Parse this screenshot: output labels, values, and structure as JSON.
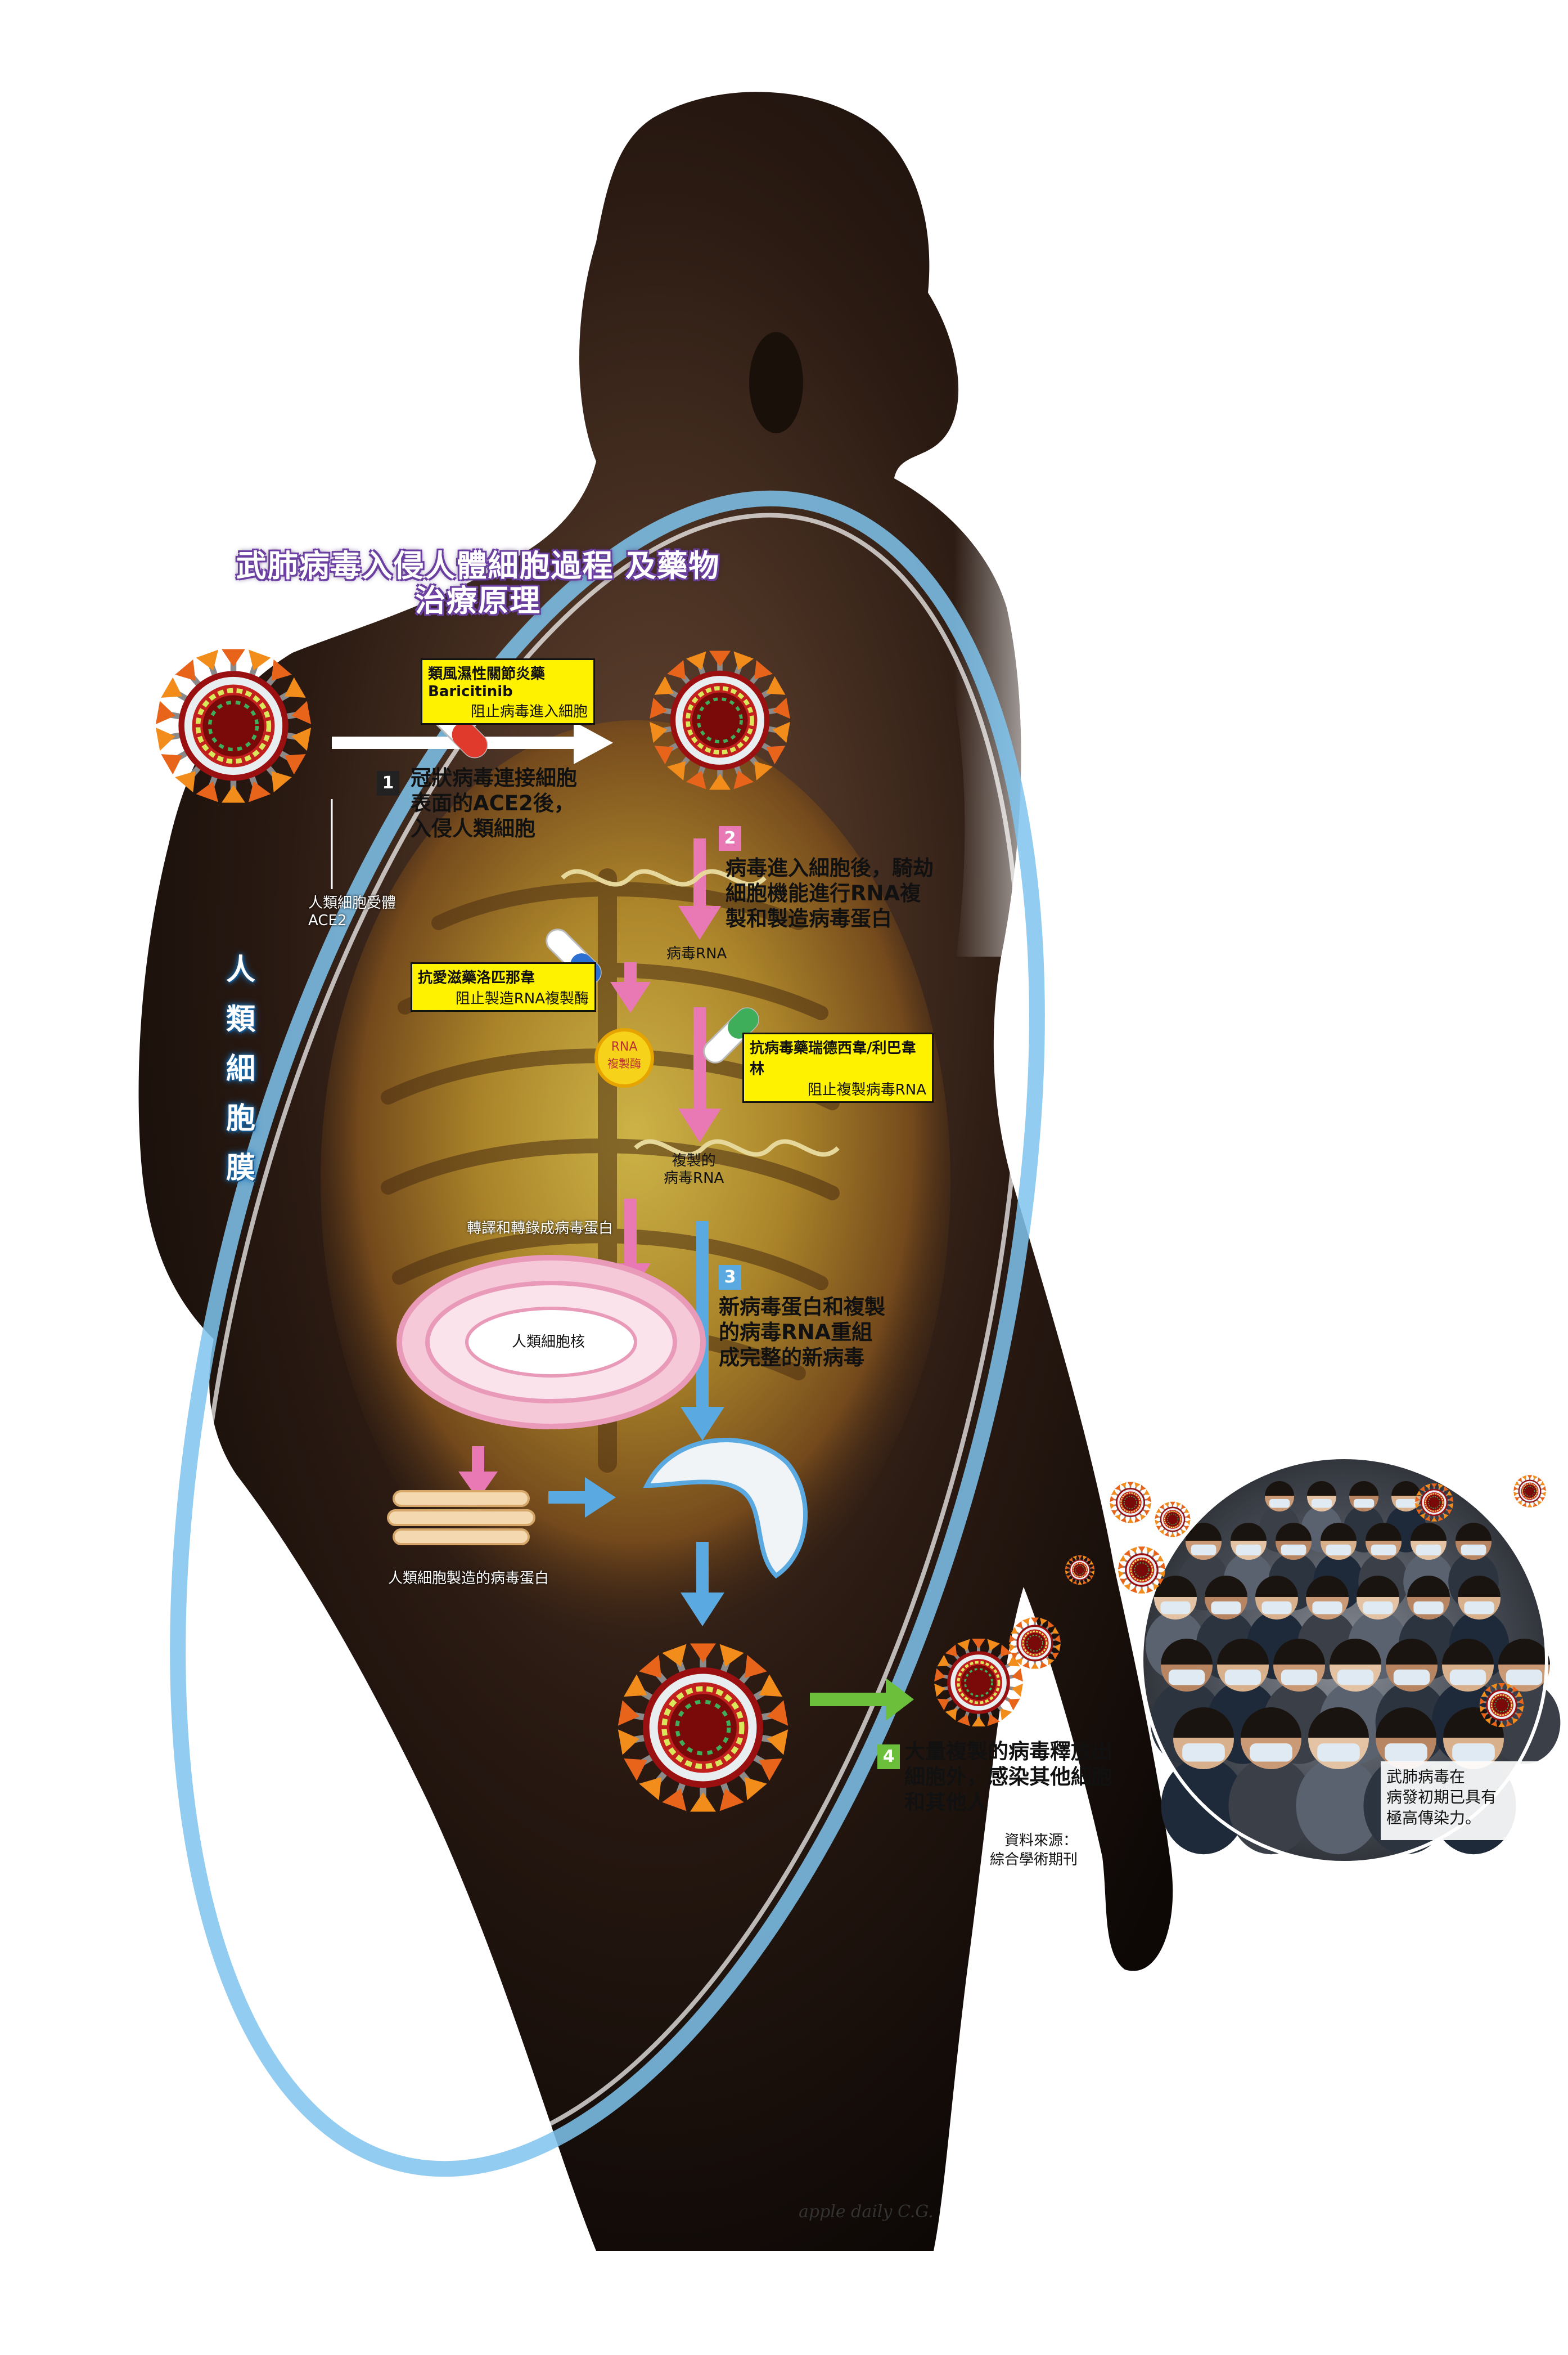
{
  "title": "武肺病毒入侵人體細胞過程\n及藥物治療原理",
  "membrane_label": "人\n類\n細\n胞\n膜",
  "receptor_label": "人類細胞受體\nACE2",
  "drugs": [
    {
      "name": "類風濕性關節炎藥Baricitinib",
      "effect": "阻止病毒進入細胞"
    },
    {
      "name": "抗愛滋藥洛匹那韋",
      "effect": "阻止製造RNA複製酶"
    },
    {
      "name": "抗病毒藥瑞德西韋/利巴韋林",
      "effect": "阻止複製病毒RNA"
    }
  ],
  "steps": [
    {
      "num": "1",
      "text": "冠狀病毒連接細胞\n表面的ACE2後，\n入侵人類細胞"
    },
    {
      "num": "2",
      "text": "病毒進入細胞後，騎劫\n細胞機能進行RNA複\n製和製造病毒蛋白"
    },
    {
      "num": "3",
      "text": "新病毒蛋白和複製\n的病毒RNA重組\n成完整的新病毒"
    },
    {
      "num": "4",
      "text": "大量複製的病毒釋放出\n細胞外，感染其他細胞\n和其他人"
    }
  ],
  "labels": {
    "viral_rna": "病毒RNA",
    "rna_enzyme_top": "RNA",
    "rna_enzyme_bottom": "複製酶",
    "replicated_rna": "複製的\n病毒RNA",
    "translate": "轉譯和轉錄成病毒蛋白",
    "nucleus": "人類細胞核",
    "cell_proteins": "人類細胞製造的病毒蛋白"
  },
  "source": "資料來源：\n綜合學術期刊",
  "photo_caption": "武肺病毒在\n病發初期已具有\n極高傳染力。",
  "signature": "apple daily C.G.",
  "colors": {
    "title_outline": "#6a3fa0",
    "step1": "#222222",
    "step2": "#e879b5",
    "step3": "#5aa9e0",
    "step4": "#6cbf3a",
    "drug_box": "#fff200",
    "membrane": "#7fc4ee"
  },
  "icons": [
    "coronavirus-icon",
    "pill-capsule-icon",
    "arrow-icon"
  ]
}
